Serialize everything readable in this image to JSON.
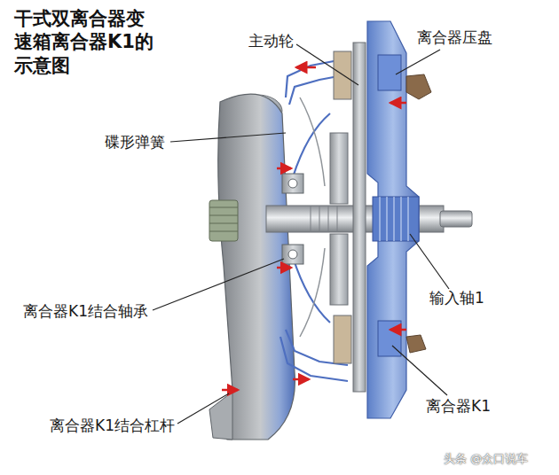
{
  "diagram": {
    "title": "干式双离合器变速箱离合器K1的示意图",
    "labels": [
      "主动轮",
      "离合器压盘",
      "碟形弹簧",
      "离合器K1结合轴承",
      "输入轴1",
      "离合器K1",
      "离合器K1结合杠杆",
      "头条 @众口说车"
    ]
  }
}
